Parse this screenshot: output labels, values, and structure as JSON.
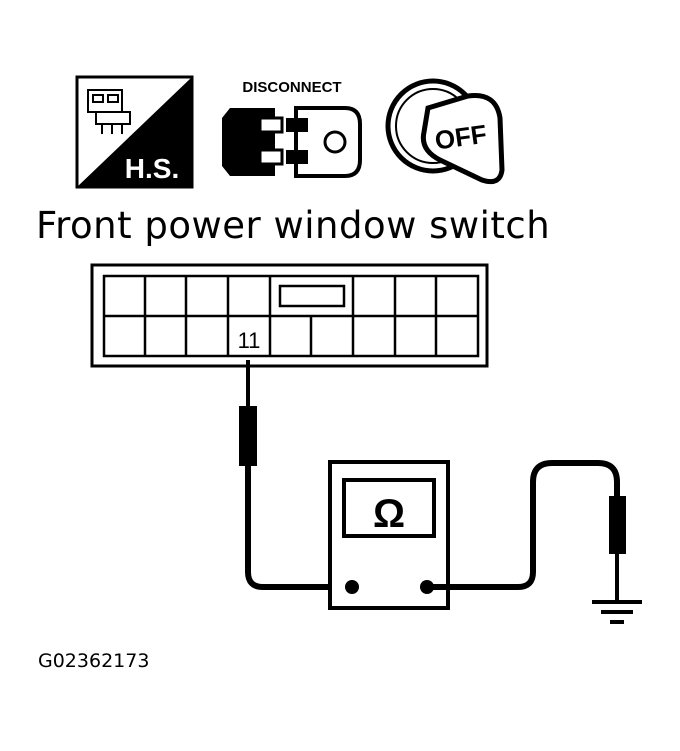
{
  "icons": [
    {
      "name": "harness-sign-icon",
      "label": "H.S."
    },
    {
      "name": "disconnect-connector-icon",
      "label": "DISCONNECT"
    },
    {
      "name": "ignition-key-off-icon",
      "label": "OFF"
    }
  ],
  "title": "Front power window switch",
  "connector": {
    "terminal": "11"
  },
  "meter": {
    "symbol": "Ω"
  },
  "figure_id": "G02362173",
  "colors": {
    "line": "#000000",
    "background": "#ffffff"
  }
}
